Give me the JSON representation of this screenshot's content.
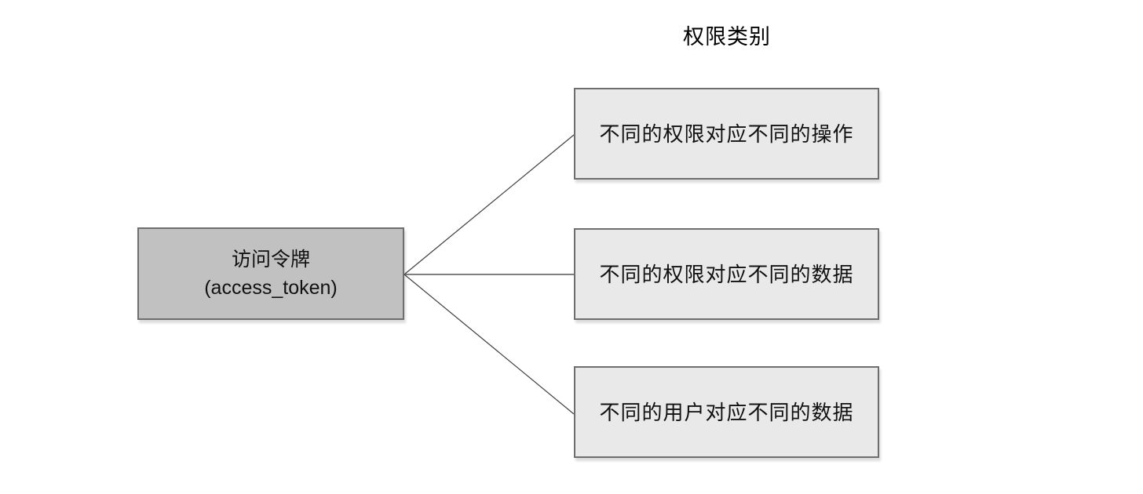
{
  "title": "权限类别",
  "colors": {
    "background": "#ffffff",
    "center_node_fill": "#c1c1c1",
    "branch_node_fill": "#e9e9e9",
    "node_border": "#6e6e6e",
    "connector_diagonal": "#3f3f3f",
    "connector_horizontal": "#808080",
    "text": "#000000"
  },
  "nodes": {
    "center": {
      "label": "访问令牌",
      "sublabel": "(access_token)"
    },
    "branches": [
      {
        "label": "不同的权限对应不同的操作"
      },
      {
        "label": "不同的权限对应不同的数据"
      },
      {
        "label": "不同的用户对应不同的数据"
      }
    ]
  }
}
